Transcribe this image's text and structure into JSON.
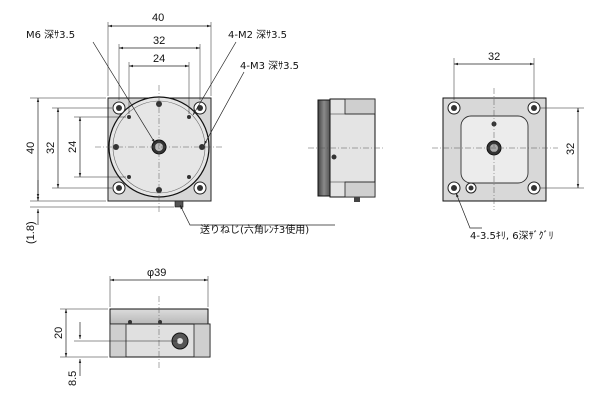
{
  "labels": {
    "m6": "M6 深ｻ3.5",
    "m2": "4-M2 深ｻ3.5",
    "m3": "4-M3 深ｻ3.5",
    "feed": "送りねじ(六角ﾚﾝﾁ3使用)",
    "holes": "4-3.5ｷﾘ, 6深ｻﾞｸﾞﾘ"
  },
  "dims": {
    "w40": "40",
    "w32": "32",
    "w24": "24",
    "h40": "40",
    "h32": "32",
    "h24": "24",
    "h18": "(1.8)",
    "r32w": "32",
    "r32h": "32",
    "dia": "φ39",
    "h20": "20",
    "h85": "8.5"
  }
}
